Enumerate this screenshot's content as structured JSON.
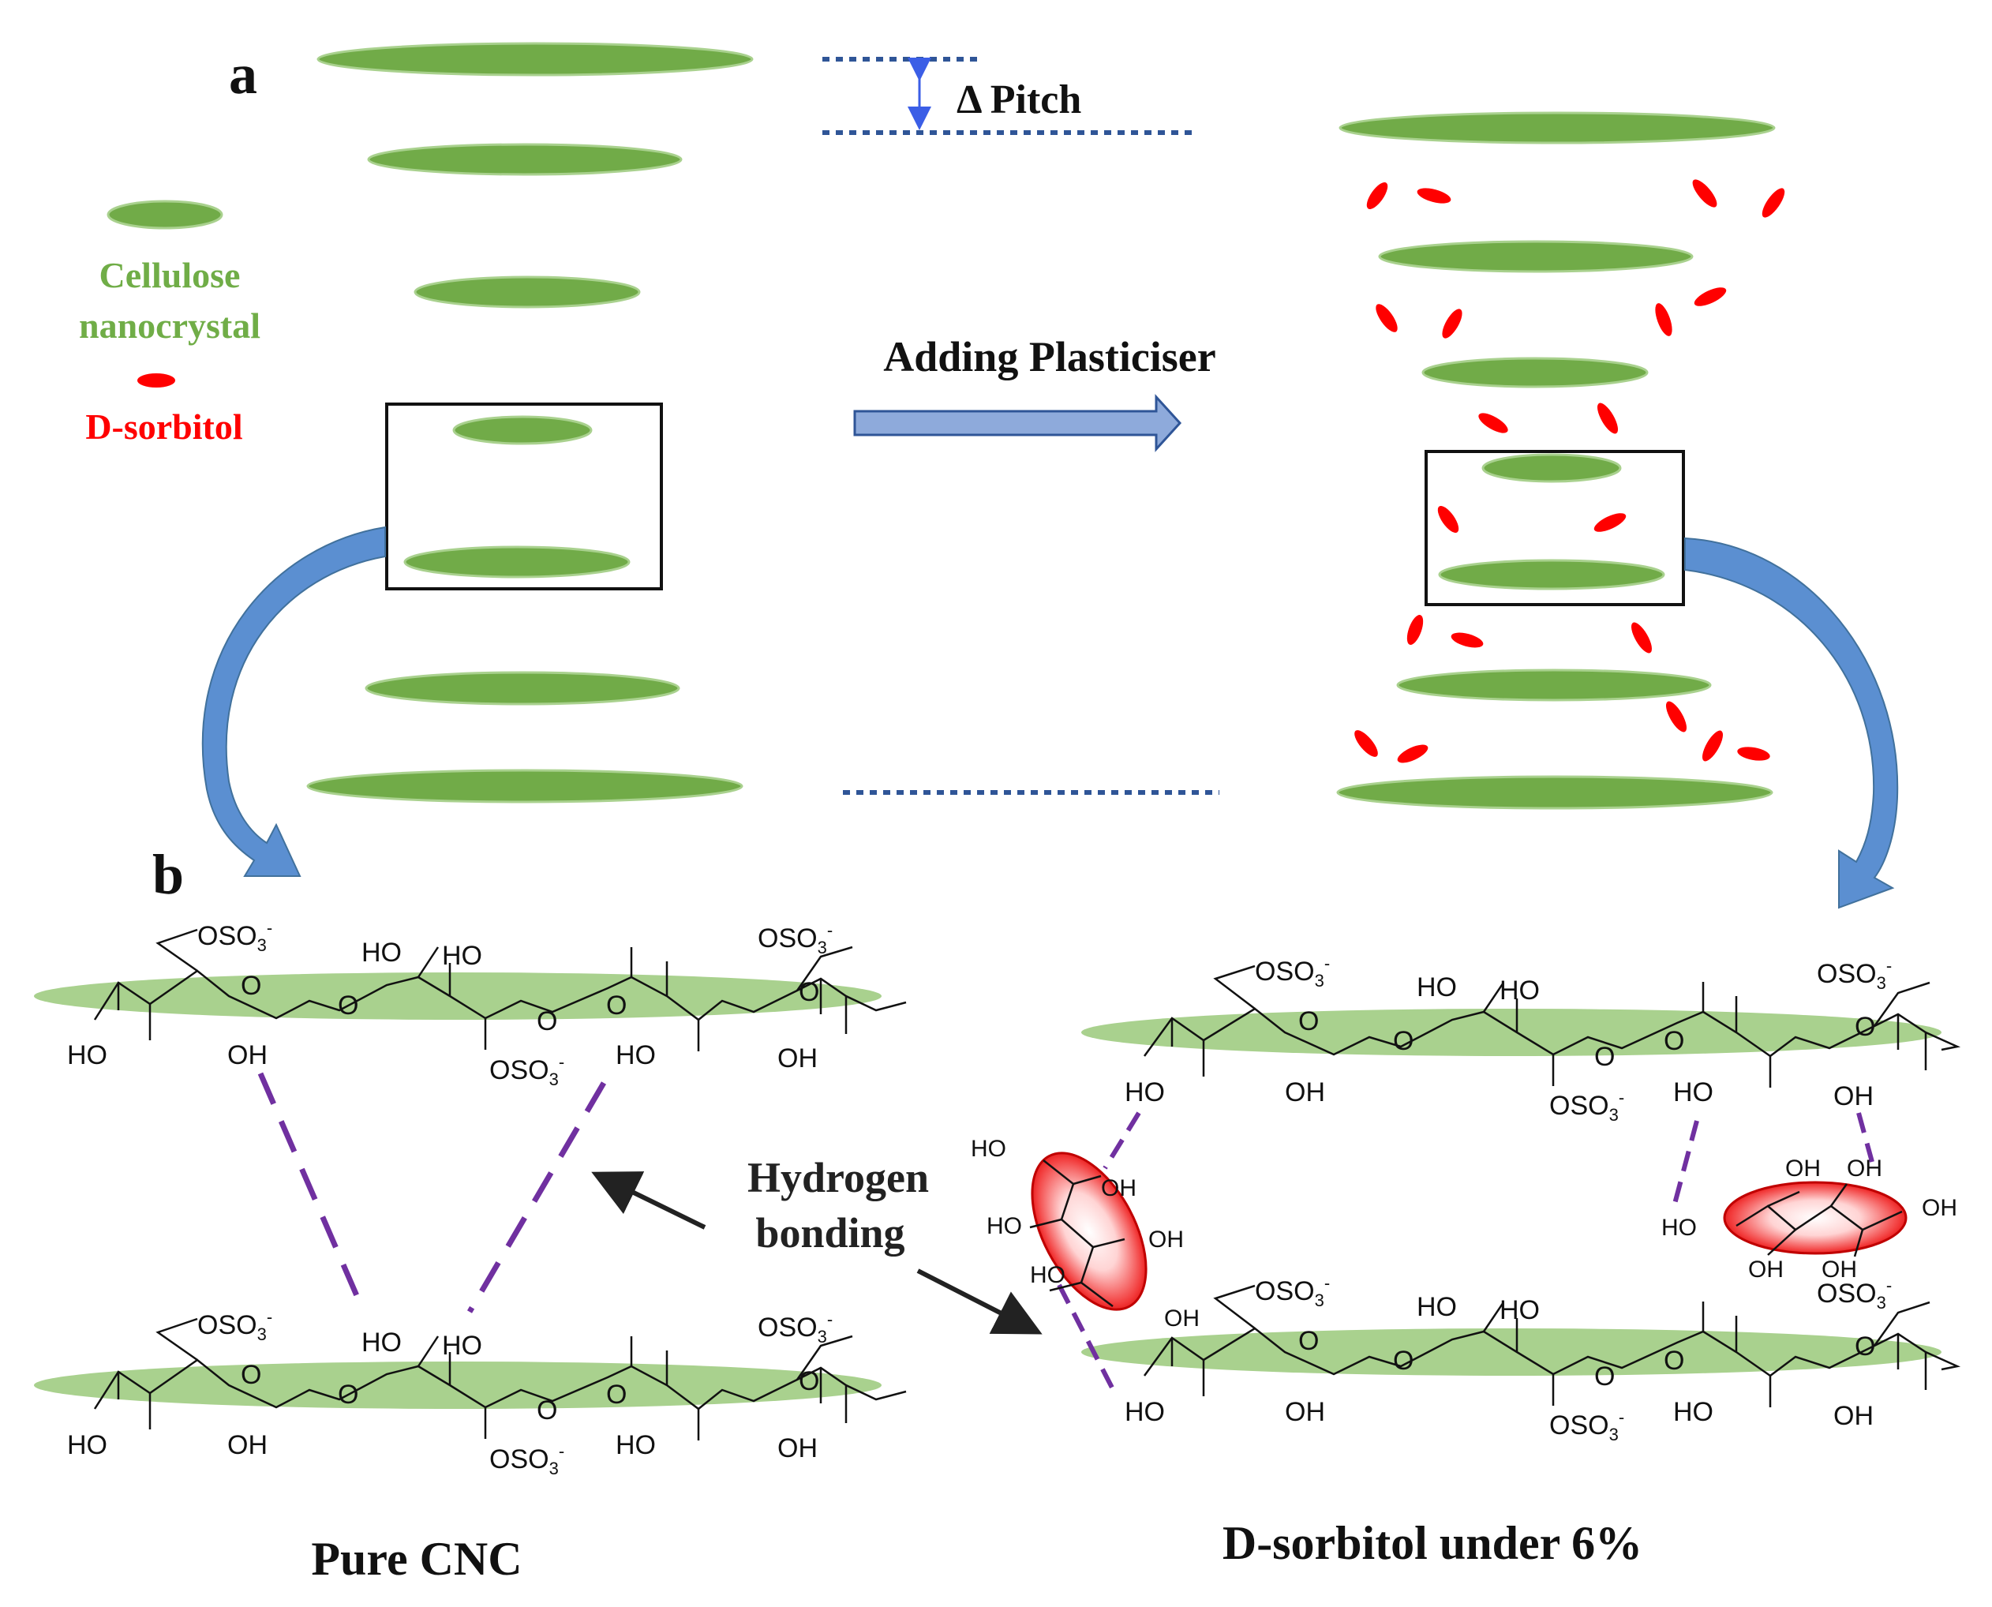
{
  "panel_a": {
    "label": "a",
    "delta_pitch": "Δ Pitch",
    "arrow_label": "Adding Plasticiser",
    "legend": {
      "cnc_line1": "Cellulose",
      "cnc_line2": "nanocrystal",
      "sorbitol": "D-sorbitol"
    }
  },
  "panel_b": {
    "label": "b",
    "hydrogen_line1": "Hydrogen",
    "hydrogen_line2": "bonding",
    "left_caption": "Pure CNC",
    "right_caption": "D-sorbitol under 6%"
  },
  "chem_labels": {
    "oso3": "OSO",
    "sub3": "3",
    "minus": "-",
    "ho": "HO",
    "oh": "OH",
    "o": "O"
  },
  "colors": {
    "cnc_green": "#71ab48",
    "cnc_light_green": "#a9d18e",
    "sorbitol_red": "#ff0000",
    "label_green": "#70ad47",
    "arrow_blue": "#4a7ebb",
    "dotted_blue": "#2f5597",
    "bond_purple": "#7030a0"
  }
}
